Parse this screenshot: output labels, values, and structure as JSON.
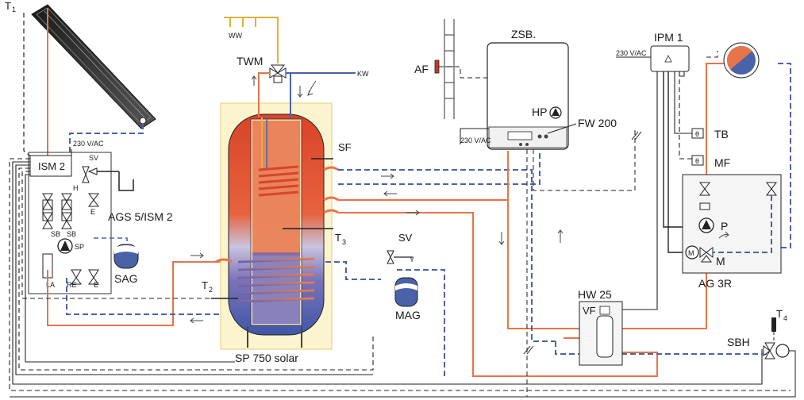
{
  "labels": {
    "t1": "T",
    "t1_sub": "1",
    "t2": "T",
    "t2_sub": "2",
    "t3": "T",
    "t3_sub": "3",
    "t4": "T",
    "t4_sub": "4",
    "ww": "WW",
    "twm": "TWM",
    "kw": "KW",
    "sf": "SF",
    "storage": "SP 750 solar",
    "ism_module": "ISM 2",
    "ism_voltage": "230 V/AC",
    "sv_ism": "SV",
    "ags": "AGS 5/ISM 2",
    "h": "H",
    "e_top": "E",
    "sb_left": "SB",
    "sb_right": "SB",
    "sp": "SP",
    "la": "LA",
    "re": "RE",
    "e_bottom": "E",
    "sag": "SAG",
    "sv_mag": "SV",
    "y": "Y",
    "mag": "MAG",
    "af": "AF",
    "zsb": "ZSB.",
    "hp": "HP",
    "fw200": "FW 200",
    "zsb_voltage": "230 V/AC",
    "ipm": "IPM 1",
    "ipm_voltage": "230 V/AC",
    "tb": "TB",
    "mf": "MF",
    "p": "P",
    "m": "M",
    "ag3r": "AG 3R",
    "hw25": "HW 25",
    "vf": "VF",
    "sbh": "SBH"
  },
  "colors": {
    "hot_pipe": "#e8744a",
    "cold_pipe": "#4a63a8",
    "control_line": "#222222",
    "tank_border": "#f3e6a6",
    "tank_fill": "#fbf4cf",
    "ww_pipe": "#e0b23a"
  }
}
